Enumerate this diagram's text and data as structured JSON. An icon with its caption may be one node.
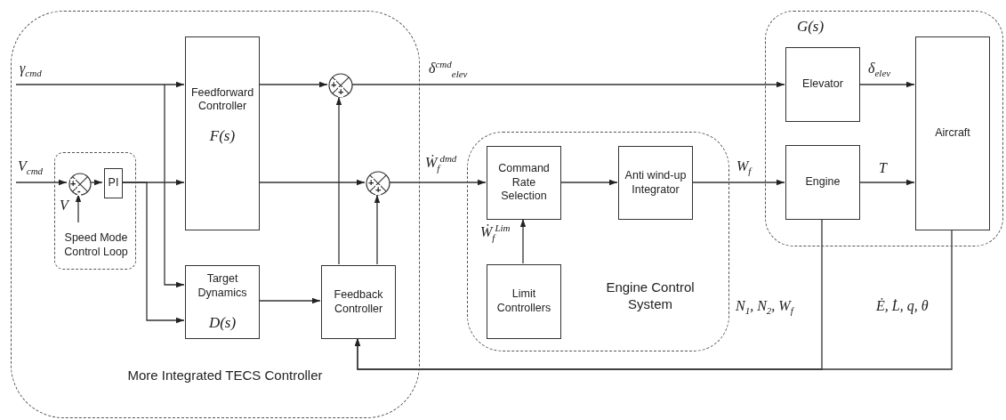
{
  "diagram": {
    "nodes": [
      {
        "text": [
          "More Integrated TECS Controller"
        ]
      },
      {
        "text": [
          "Speed Mode Control Loop"
        ],
        "in": 0
      },
      {
        "text": [
          "+",
          "-"
        ],
        "in": 1
      },
      {
        "text": [
          "PI"
        ],
        "in": 1
      },
      {
        "text": [
          "Feedforward Controller",
          "F(s)"
        ],
        "in": 0
      },
      {
        "text": [
          "+",
          "+"
        ],
        "in": 0
      },
      {
        "text": [
          "+",
          "+"
        ],
        "in": 0
      },
      {
        "text": [
          "Target Dynamics",
          "D(s)"
        ],
        "in": 0
      },
      {
        "text": [
          "Feedback Controller"
        ],
        "in": 0
      },
      {
        "text": [
          "Engine Control System"
        ]
      },
      {
        "text": [
          "Command Rate Selection"
        ],
        "in": 9
      },
      {
        "text": [
          "Anti wind-up Integrator"
        ],
        "in": 9
      },
      {
        "text": [
          "Limit Controllers"
        ],
        "in": 9
      },
      {
        "text": [
          "G(s)"
        ]
      },
      {
        "text": [
          "Elevator"
        ],
        "in": 13
      },
      {
        "text": [
          "Engine"
        ],
        "in": 13
      },
      {
        "text": [
          "Aircraft"
        ],
        "in": 13
      }
    ],
    "edges": [
      {
        "from": null,
        "to": 4,
        "arrow": "to",
        "label": "γ$_{cmd}$"
      },
      {
        "from": null,
        "to": 2,
        "arrow": "to",
        "label": "V$_{cmd}$"
      },
      {
        "from": null,
        "to": 2,
        "arrow": "to",
        "label": "V"
      },
      {
        "from": 2,
        "to": 3,
        "arrow": "to"
      },
      {
        "from": 3,
        "to": 4,
        "arrow": "to"
      },
      {
        "from": null,
        "to": 7,
        "arrow": "to"
      },
      {
        "from": 3,
        "to": 7,
        "arrow": "to"
      },
      {
        "from": 4,
        "to": 5,
        "arrow": "to"
      },
      {
        "from": 4,
        "to": 6,
        "arrow": "to"
      },
      {
        "from": 7,
        "to": 8,
        "arrow": "to"
      },
      {
        "from": 8,
        "to": 5,
        "arrow": "to"
      },
      {
        "from": 8,
        "to": 6,
        "arrow": "to"
      },
      {
        "from": 5,
        "to": 14,
        "arrow": "to",
        "label": "δ$^{cmd}$$_{elev}$"
      },
      {
        "from": 6,
        "to": 10,
        "arrow": "to",
        "label": "Ẇ$_{f}$$^{dmd}$"
      },
      {
        "from": 12,
        "to": 10,
        "arrow": "to",
        "label": "Ẇ$_{f}$$^{Lim}$"
      },
      {
        "from": 10,
        "to": 11,
        "arrow": "to"
      },
      {
        "from": 11,
        "to": 15,
        "arrow": "to",
        "label": "W$_{f}$"
      },
      {
        "from": 14,
        "to": 16,
        "arrow": "to",
        "label": "δ$_{elev}$"
      },
      {
        "from": 15,
        "to": 16,
        "arrow": "to",
        "label": "T"
      },
      {
        "from": 15,
        "to": 8,
        "arrow": "to",
        "label": "N$_{1}$, N$_{2}$, W$_{f}$"
      },
      {
        "from": 16,
        "to": 8,
        "arrow": "to",
        "label": "Ė, L̇, q, θ"
      }
    ]
  }
}
